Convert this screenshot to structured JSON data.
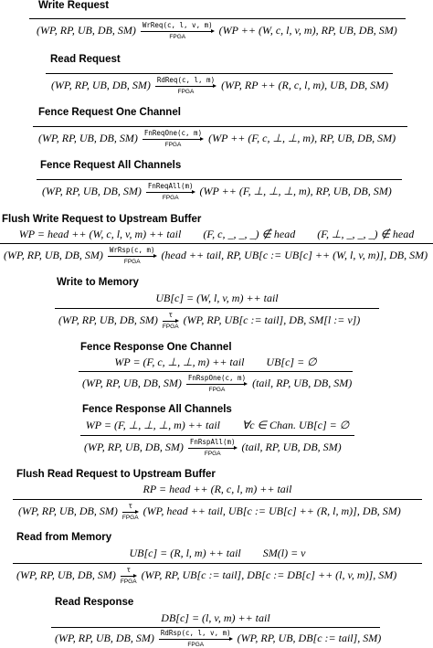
{
  "rules": [
    {
      "title": "Write Request",
      "premise": "",
      "lhs": "(WP, RP, UB, DB, SM)",
      "label": "WrReq(c, l, v, m)",
      "sub": "FPGA",
      "rhs": "(WP ++ (W, c, l, v, m), RP, UB, DB, SM)"
    },
    {
      "title": "Read Request",
      "premise": "",
      "lhs": "(WP, RP, UB, DB, SM)",
      "label": "RdReq(c, l, m)",
      "sub": "FPGA",
      "rhs": "(WP, RP ++ (R, c, l, m), UB, DB, SM)"
    },
    {
      "title": "Fence Request One Channel",
      "premise": "",
      "lhs": "(WP, RP, UB, DB, SM)",
      "label": "FnReqOne(c, m)",
      "sub": "FPGA",
      "rhs": "(WP ++ (F, c, ⊥, ⊥, m), RP, UB, DB, SM)"
    },
    {
      "title": "Fence Request All Channels",
      "premise": "",
      "lhs": "(WP, RP, UB, DB, SM)",
      "label": "FnReqAll(m)",
      "sub": "FPGA",
      "rhs": "(WP ++ (F, ⊥, ⊥, ⊥, m), RP, UB, DB, SM)"
    },
    {
      "title": "Flush Write Request to Upstream Buffer",
      "premise": "WP = head ++ (W, c, l, v, m) ++ tail        (F, c, _, _, _) ∉ head        (F, ⊥, _, _, _) ∉ head",
      "lhs": "(WP, RP, UB, DB, SM)",
      "label": "WrRsp(c, m)",
      "sub": "FPGA",
      "rhs": "(head ++ tail, RP, UB[c := UB[c] ++ (W, l, v, m)], DB, SM)"
    },
    {
      "title": "Write to Memory",
      "premise": "UB[c] = (W, l, v, m) ++ tail",
      "lhs": "(WP, RP, UB, DB, SM)",
      "label": "τ",
      "sub": "FPGA",
      "rhs": "(WP, RP, UB[c := tail], DB, SM[l := v])"
    },
    {
      "title": "Fence Response One Channel",
      "premise": "WP = (F, c, ⊥, ⊥, m) ++ tail        UB[c] = ∅",
      "lhs": "(WP, RP, UB, DB, SM)",
      "label": "FnRspOne(c, m)",
      "sub": "FPGA",
      "rhs": "(tail, RP, UB, DB, SM)"
    },
    {
      "title": "Fence Response All Channels",
      "premise": "WP = (F, ⊥, ⊥, ⊥, m) ++ tail        ∀c ∈ Chan. UB[c] = ∅",
      "lhs": "(WP, RP, UB, DB, SM)",
      "label": "FnRspAll(m)",
      "sub": "FPGA",
      "rhs": "(tail, RP, UB, DB, SM)"
    },
    {
      "title": "Flush Read Request to Upstream Buffer",
      "premise": "RP = head ++ (R, c, l, m) ++ tail",
      "lhs": "(WP, RP, UB, DB, SM)",
      "label": "τ",
      "sub": "FPGA",
      "rhs": "(WP, head ++ tail, UB[c := UB[c] ++ (R, l, m)], DB, SM)"
    },
    {
      "title": "Read from Memory",
      "premise": "UB[c] = (R, l, m) ++ tail        SM(l) = v",
      "lhs": "(WP, RP, UB, DB, SM)",
      "label": "τ",
      "sub": "FPGA",
      "rhs": "(WP, RP, UB[c := tail], DB[c := DB[c] ++ (l, v, m)], SM)"
    },
    {
      "title": "Read Response",
      "premise": "DB[c] = (l, v, m) ++ tail",
      "lhs": "(WP, RP, UB, DB, SM)",
      "label": "RdRsp(c, l, v, m)",
      "sub": "FPGA",
      "rhs": "(WP, RP, UB, DB[c := tail], SM)"
    }
  ]
}
